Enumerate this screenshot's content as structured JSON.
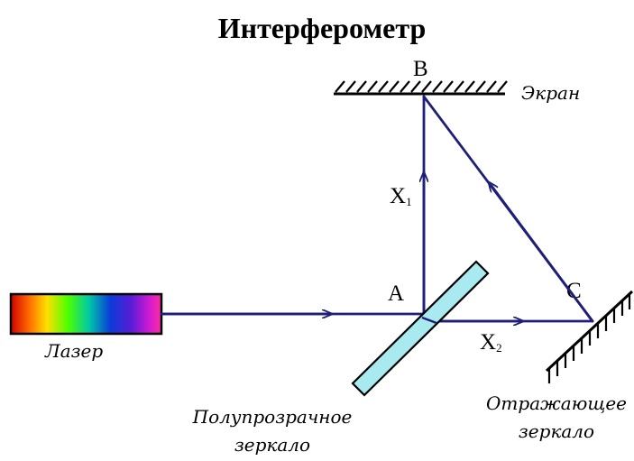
{
  "title": "Интерферометр",
  "points": {
    "a": "A",
    "b": "B",
    "c": "C"
  },
  "beams": {
    "x1": {
      "letter": "X",
      "sub": "1"
    },
    "x2": {
      "letter": "X",
      "sub": "2"
    }
  },
  "captions": {
    "screen": "Экран",
    "laser": "Лазер",
    "half_mirror": [
      "Полупрозрачное",
      "зеркало"
    ],
    "reflecting_mirror": [
      "Отражающее",
      "зеркало"
    ]
  },
  "colors": {
    "beam": "#1f1f7a",
    "half_mirror_fill": "#a8eaf0",
    "line": "#000000"
  }
}
